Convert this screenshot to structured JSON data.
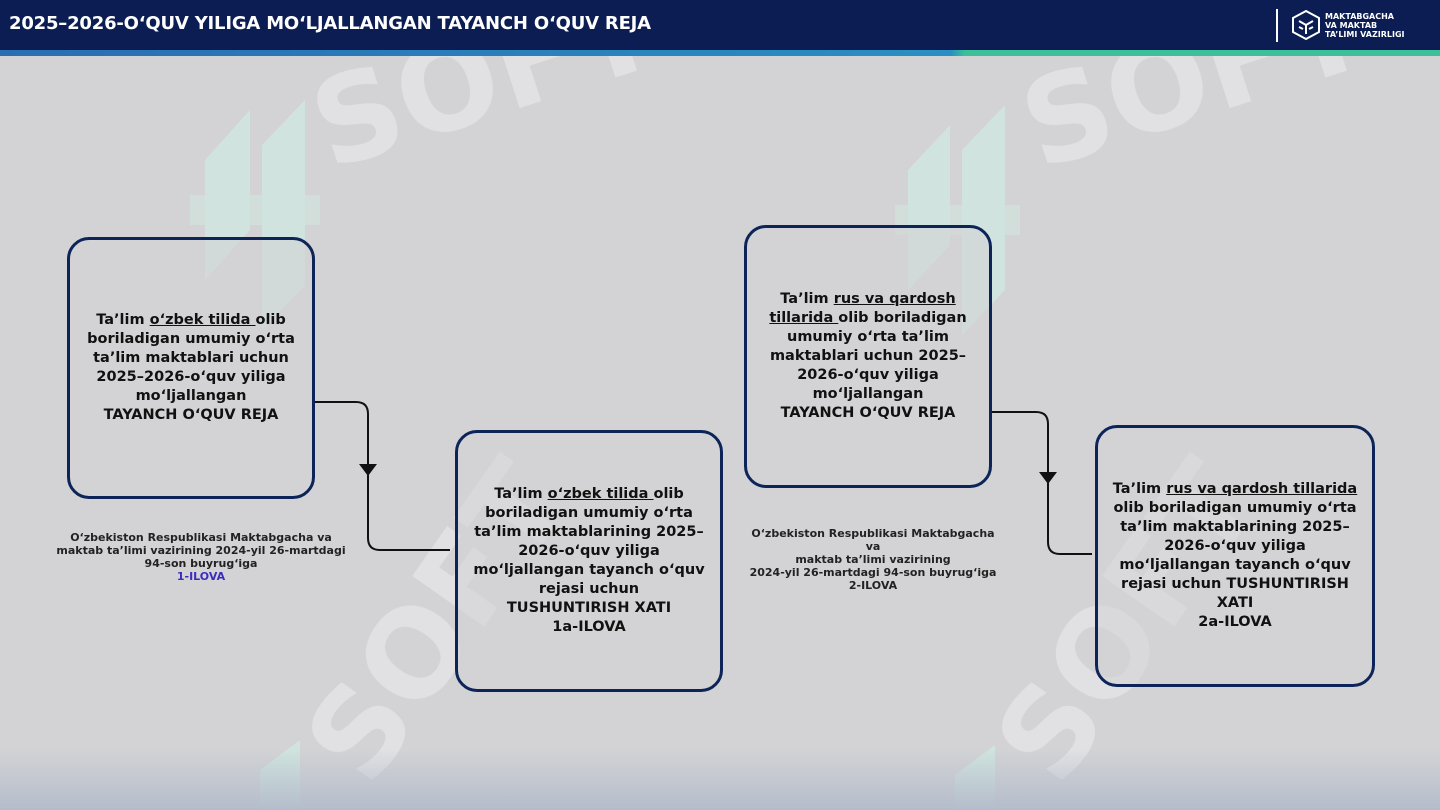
{
  "header": {
    "title": "2025–2026-O‘QUV YILIGA MO‘LJALLANGAN TAYANCH O‘QUV REJA",
    "logo_lines": [
      "MAKTABGACHA",
      "VA MAKTAB",
      "TA’LIMI VAZIRLIGI"
    ]
  },
  "watermark_text": "SOFT",
  "colors": {
    "header_bg": "#0b1d52",
    "box_border": "#0c2458",
    "accent_teal": "#3dbf9a",
    "ilova_link": "#3b2bbf"
  },
  "diagram": {
    "box1": {
      "pre": "Ta’lim ",
      "underline": "o‘zbek tilida ",
      "post": "olib boriladigan umumiy o‘rta ta’lim maktablari uchun 2025–2026-o‘quv yiliga mo‘ljallangan",
      "tail": "TAYANCH O‘QUV REJA"
    },
    "box2": {
      "pre": "Ta’lim ",
      "underline": "o‘zbek tilida ",
      "post": "olib boriladigan umumiy o‘rta ta’lim maktablarining 2025–2026-o‘quv yiliga mo‘ljallangan tayanch o‘quv rejasi uchun",
      "tail": "TUSHUNTIRISH XATI",
      "tail2": "1a-ILOVA"
    },
    "box3": {
      "pre": "Ta’lim ",
      "underline": "rus va qardosh tillarida ",
      "post": "olib boriladigan umumiy o‘rta ta’lim maktablari uchun 2025–2026-o‘quv yiliga mo‘ljallangan",
      "tail": "TAYANCH O‘QUV REJA"
    },
    "box4": {
      "pre": "Ta’lim ",
      "underline": "rus va qardosh tillarida",
      "post": " olib boriladigan umumiy o‘rta ta’lim maktablarining 2025–2026-o‘quv yiliga mo‘ljallangan tayanch o‘quv rejasi uchun TUSHUNTIRISH XATI",
      "tail": "2a-ILOVA"
    },
    "caption1": {
      "text": "O‘zbekiston Respublikasi Maktabgacha va maktab ta’limi vazirining 2024-yil 26-martdagi 94-son buyrug‘iga",
      "ilova": "1-ILOVA"
    },
    "caption2": {
      "line1": "O‘zbekiston Respublikasi Maktabgacha va",
      "line2": "maktab ta’limi vazirining",
      "line3": "2024-yil 26-martdagi 94-son buyrug‘iga",
      "ilova": "2-ILOVA"
    }
  }
}
